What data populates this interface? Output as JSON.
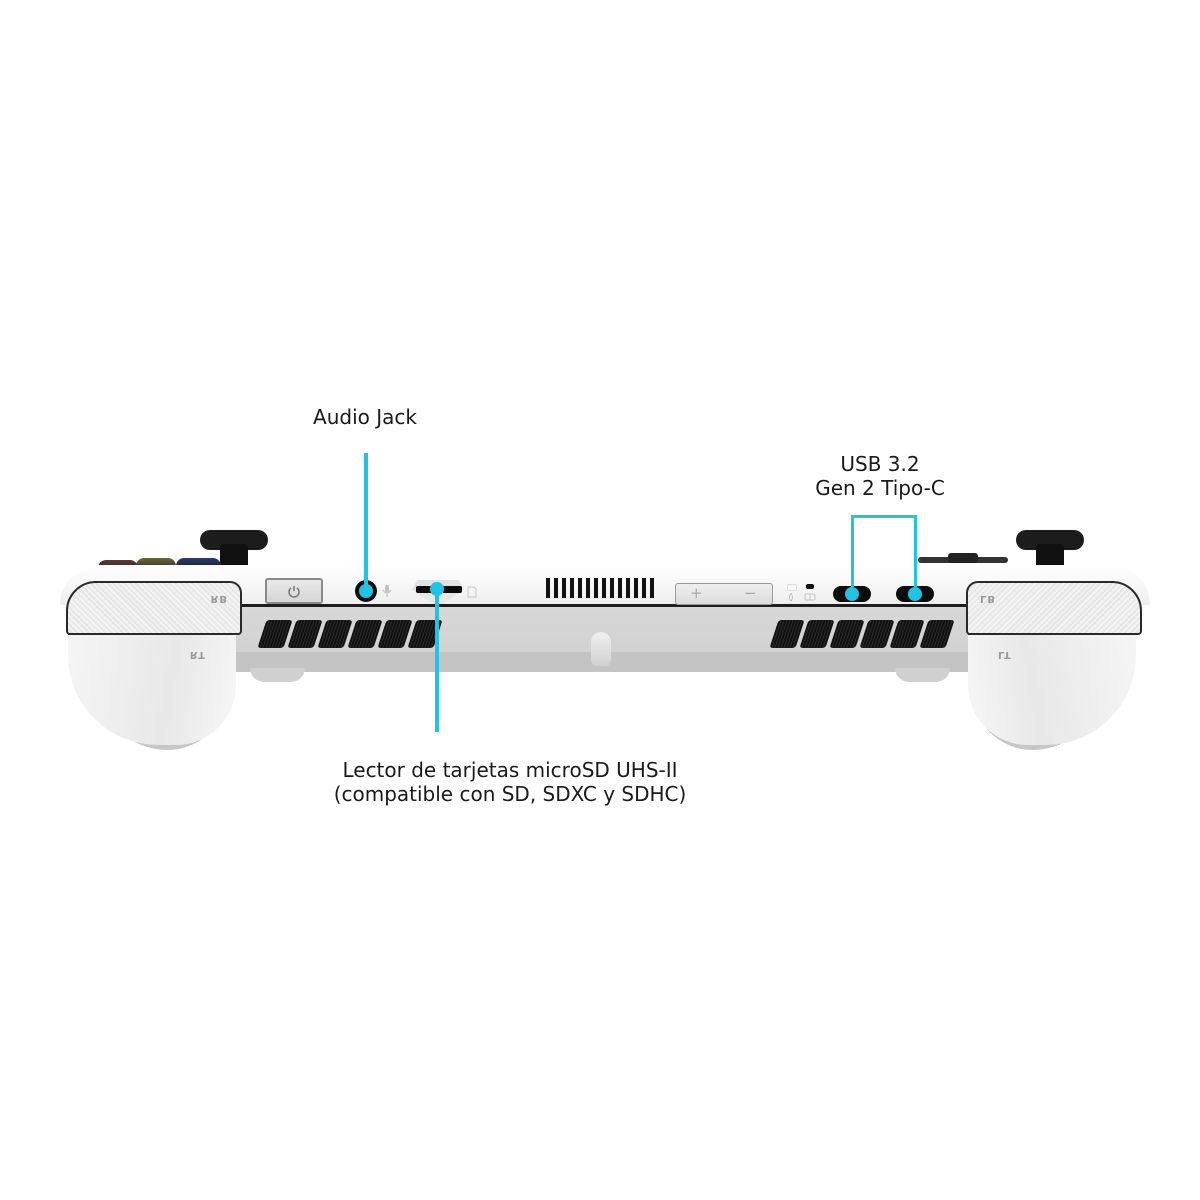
{
  "device": {
    "name": "handheld-console-top-view",
    "body_color": "#f2f2f2",
    "accent_color": "#22c3e0"
  },
  "callouts": {
    "audio_jack": {
      "label": "Audio Jack"
    },
    "usb": {
      "line1": "USB 3.2",
      "line2": "Gen 2 Tipo-C"
    },
    "microsd": {
      "line1": "Lector de tarjetas microSD UHS-II",
      "line2": "(compatible con SD, SDXC y SDHC)"
    }
  },
  "buttons": {
    "left_bumper": "RB",
    "left_trigger": "RT",
    "right_bumper": "LB",
    "right_trigger": "LT",
    "volume_plus": "+",
    "volume_minus": "−"
  },
  "icons": {
    "power": "power-icon",
    "mic": "microphone-icon",
    "sd": "sd-card-icon",
    "led": "led-indicator-icon",
    "battery": "battery-icon"
  }
}
